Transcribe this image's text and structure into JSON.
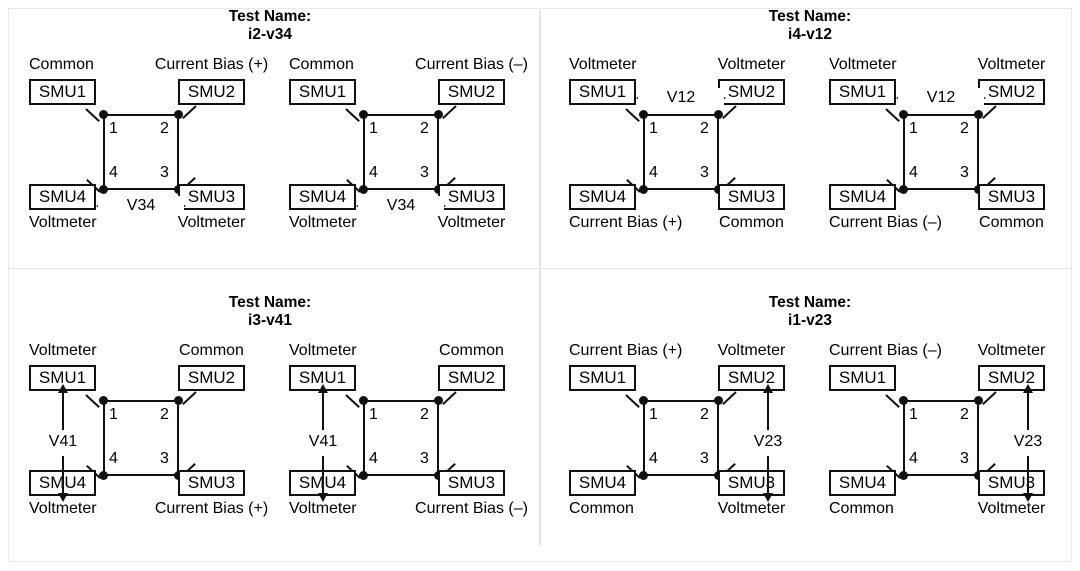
{
  "figure": {
    "title_label": "Test Name:",
    "node_numbers": {
      "top_left": "1",
      "top_right": "2",
      "bottom_left": "4",
      "bottom_right": "3"
    },
    "smu_names": {
      "top_left": "SMU1",
      "top_right": "SMU2",
      "bottom_left": "SMU4",
      "bottom_right": "SMU3"
    },
    "colors": {
      "line": "#111111",
      "background": "#ffffff",
      "divider": "#e4e4e4",
      "text": "#000000"
    }
  },
  "panels": [
    {
      "id": "i2-v34",
      "test_name": "i2-v34",
      "position": "top-left",
      "diagrams": [
        {
          "polarity": "positive",
          "terminals": {
            "top_left": "Common",
            "top_right": "Current Bias (+)",
            "bottom_left": "Voltmeter",
            "bottom_right": "Voltmeter"
          },
          "measurement": {
            "label": "V34",
            "orientation": "horizontal",
            "placement": "bottom"
          }
        },
        {
          "polarity": "negative",
          "terminals": {
            "top_left": "Common",
            "top_right": "Current Bias (–)",
            "bottom_left": "Voltmeter",
            "bottom_right": "Voltmeter"
          },
          "measurement": {
            "label": "V34",
            "orientation": "horizontal",
            "placement": "bottom"
          }
        }
      ]
    },
    {
      "id": "i4-v12",
      "test_name": "i4-v12",
      "position": "top-right",
      "diagrams": [
        {
          "polarity": "positive",
          "terminals": {
            "top_left": "Voltmeter",
            "top_right": "Voltmeter",
            "bottom_left": "Current Bias (+)",
            "bottom_right": "Common"
          },
          "measurement": {
            "label": "V12",
            "orientation": "horizontal",
            "placement": "top"
          }
        },
        {
          "polarity": "negative",
          "terminals": {
            "top_left": "Voltmeter",
            "top_right": "Voltmeter",
            "bottom_left": "Current Bias (–)",
            "bottom_right": "Common"
          },
          "measurement": {
            "label": "V12",
            "orientation": "horizontal",
            "placement": "top"
          }
        }
      ]
    },
    {
      "id": "i3-v41",
      "test_name": "i3-v41",
      "position": "bottom-left",
      "diagrams": [
        {
          "polarity": "positive",
          "terminals": {
            "top_left": "Voltmeter",
            "top_right": "Common",
            "bottom_left": "Voltmeter",
            "bottom_right": "Current Bias (+)"
          },
          "measurement": {
            "label": "V41",
            "orientation": "vertical",
            "placement": "left"
          }
        },
        {
          "polarity": "negative",
          "terminals": {
            "top_left": "Voltmeter",
            "top_right": "Common",
            "bottom_left": "Voltmeter",
            "bottom_right": "Current Bias (–)"
          },
          "measurement": {
            "label": "V41",
            "orientation": "vertical",
            "placement": "left"
          }
        }
      ]
    },
    {
      "id": "i1-v23",
      "test_name": "i1-v23",
      "position": "bottom-right",
      "diagrams": [
        {
          "polarity": "positive",
          "terminals": {
            "top_left": "Current Bias (+)",
            "top_right": "Voltmeter",
            "bottom_left": "Common",
            "bottom_right": "Voltmeter"
          },
          "measurement": {
            "label": "V23",
            "orientation": "vertical",
            "placement": "right"
          }
        },
        {
          "polarity": "negative",
          "terminals": {
            "top_left": "Current Bias (–)",
            "top_right": "Voltmeter",
            "bottom_left": "Common",
            "bottom_right": "Voltmeter"
          },
          "measurement": {
            "label": "V23",
            "orientation": "vertical",
            "placement": "right"
          }
        }
      ]
    }
  ]
}
